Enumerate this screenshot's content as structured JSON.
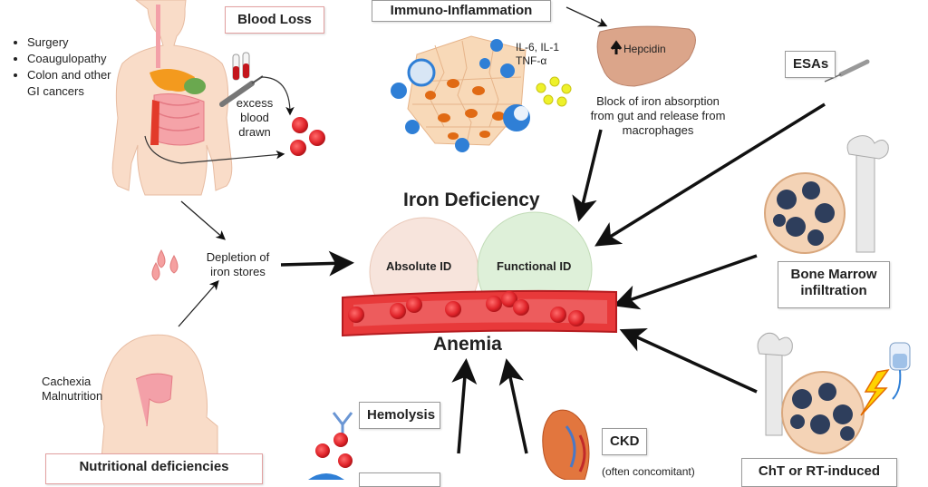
{
  "blood_loss": {
    "title": "Blood Loss",
    "causes": [
      "Surgery",
      "Coaugulopathy",
      "Colon and other",
      "GI cancers"
    ],
    "drawn_label": [
      "excess",
      "blood",
      "drawn"
    ]
  },
  "immuno": {
    "title": "Immuno-Inflammation",
    "cytokines": [
      "IL-6, IL-1",
      "TNF-α"
    ],
    "hepcidin_label": "Hepcidin",
    "hepcidin_effect": [
      "Block of iron absorption",
      "from gut and release from",
      "macrophages"
    ]
  },
  "esas": {
    "title": "ESAs"
  },
  "center": {
    "iron_deficiency": "Iron Deficiency",
    "absolute_id": "Absolute ID",
    "functional_id": "Functional ID",
    "anemia": "Anemia"
  },
  "depletion": {
    "label": [
      "Depletion of",
      "iron stores"
    ]
  },
  "bone_marrow": {
    "title": [
      "Bone Marrow",
      "infiltration"
    ]
  },
  "nutrition": {
    "causes": [
      "Cachexia",
      "Malnutrition"
    ],
    "title": "Nutritional deficiencies"
  },
  "hemolysis": {
    "title": "Hemolysis"
  },
  "ckd": {
    "title": "CKD",
    "note": "(often concomitant)"
  },
  "cht": {
    "title": "ChT or RT-induced"
  },
  "colors": {
    "rbc": "#e0242a",
    "vessel": "#e8393a",
    "absolute_circle": "#f7e4dc",
    "functional_circle": "#dcefd6",
    "liver": "#dba58a",
    "immune_cell": "#2f7fd6",
    "bone": "#eaeaea",
    "box_border_pink": "#e2a0a0"
  },
  "icons": [
    "human-body-icon",
    "test-tube-icon",
    "syringe-icon",
    "liver-icon",
    "bone-icon",
    "kidney-icon",
    "iv-bag-icon",
    "lightning-icon",
    "blood-drop-icon",
    "antibody-icon"
  ]
}
